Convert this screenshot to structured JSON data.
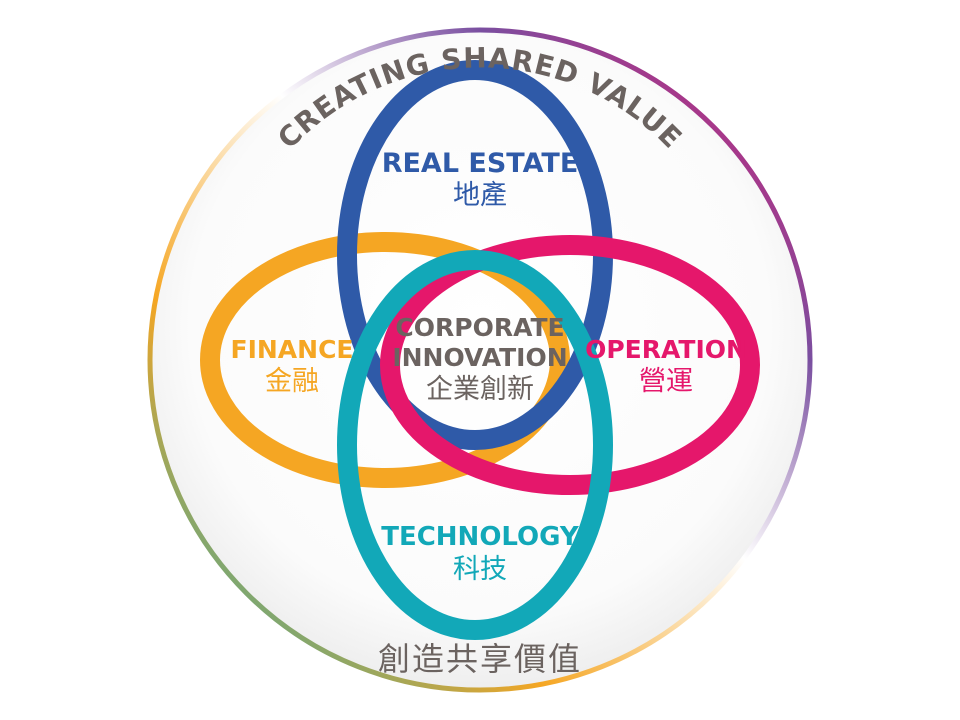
{
  "diagram": {
    "outer_title": "CREATING SHARED VALUE",
    "outer_subtitle_cn": "創造共享價值",
    "center": {
      "line1": "CORPORATE",
      "line2": "INNOVATION",
      "cn": "企業創新",
      "color": "#6b6360"
    },
    "petals": {
      "real_estate": {
        "label": "REAL ESTATE",
        "cn": "地產",
        "color": "#2f5aa8"
      },
      "finance": {
        "label": "FINANCE",
        "cn": "金融",
        "color": "#f5a623"
      },
      "operation": {
        "label": "OPERATION",
        "cn": "營運",
        "color": "#e5176b"
      },
      "technology": {
        "label": "TECHNOLOGY",
        "cn": "科技",
        "color": "#12a8b8"
      }
    },
    "ring_colors": [
      "#f5a623",
      "#e5176b",
      "#7a4fa0",
      "#12a8b8",
      "#2f5aa8"
    ]
  }
}
